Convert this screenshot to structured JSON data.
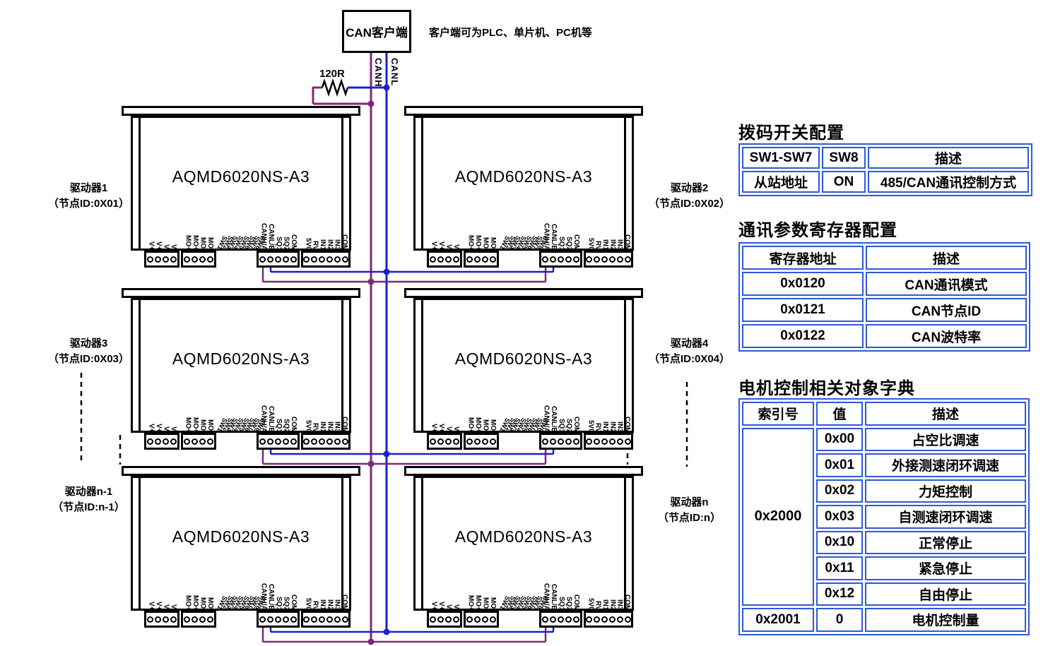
{
  "client": {
    "label": "CAN客户端",
    "note": "客户端可为PLC、单片机、PC机等"
  },
  "bus": {
    "canh_label": "CANH",
    "canl_label": "CANL",
    "resistor_label": "120R",
    "canh_color": "#7b2a78",
    "canl_color": "#1f1fd0"
  },
  "driver": {
    "model": "AQMD6020NS-A3",
    "pin_groups": [
      {
        "name": "power",
        "pins": [
          "V+",
          "V+",
          "V-",
          "V-"
        ]
      },
      {
        "name": "motor",
        "pins": [
          "MO+",
          "MO+",
          "MO-",
          "MO-"
        ]
      },
      {
        "name": "dip",
        "pins": [
          "SW1",
          "SW2",
          "SW3",
          "SW4",
          "SW5",
          "SW6",
          "SW7",
          "SW8"
        ]
      },
      {
        "name": "comm",
        "pins": [
          "CANH/A",
          "CANL/B",
          "SQ1",
          "SQ2",
          "COM"
        ]
      },
      {
        "name": "io",
        "pins": [
          "5V0",
          "RV",
          "IN1",
          "IN2",
          "IN3",
          "COM"
        ]
      }
    ]
  },
  "drivers": [
    {
      "name": "驱动器1",
      "node": "（节点ID:0X01）",
      "side": "left"
    },
    {
      "name": "驱动器2",
      "node": "（节点ID:0X02）",
      "side": "right"
    },
    {
      "name": "驱动器3",
      "node": "（节点ID:0X03）",
      "side": "left"
    },
    {
      "name": "驱动器4",
      "node": "（节点ID:0X04）",
      "side": "right"
    },
    {
      "name": "驱动器n-1",
      "node": "（节点ID:n-1）",
      "side": "left"
    },
    {
      "name": "驱动器n",
      "node": "（节点ID:n）",
      "side": "right"
    }
  ],
  "panel": {
    "accent": "#2f58dc",
    "sections": [
      {
        "title": "拨码开关配置",
        "headers": [
          "SW1-SW7",
          "SW8",
          "描述"
        ],
        "rows": [
          [
            "从站地址",
            "ON",
            "485/CAN通讯控制方式"
          ]
        ]
      },
      {
        "title": "通讯参数寄存器配置",
        "headers": [
          "寄存器地址",
          "描述"
        ],
        "rows": [
          [
            "0x0120",
            "CAN通讯模式"
          ],
          [
            "0x0121",
            "CAN节点ID"
          ],
          [
            "0x0122",
            "CAN波特率"
          ]
        ]
      },
      {
        "title": "电机控制相关对象字典",
        "headers": [
          "索引号",
          "值",
          "描述"
        ],
        "merged_index": "0x2000",
        "rows": [
          [
            "0x00",
            "占空比调速"
          ],
          [
            "0x01",
            "外接测速闭环调速"
          ],
          [
            "0x02",
            "力矩控制"
          ],
          [
            "0x03",
            "自测速闭环调速"
          ],
          [
            "0x10",
            "正常停止"
          ],
          [
            "0x11",
            "紧急停止"
          ],
          [
            "0x12",
            "自由停止"
          ]
        ],
        "last_row": [
          "0x2001",
          "0",
          "电机控制量"
        ]
      }
    ]
  }
}
